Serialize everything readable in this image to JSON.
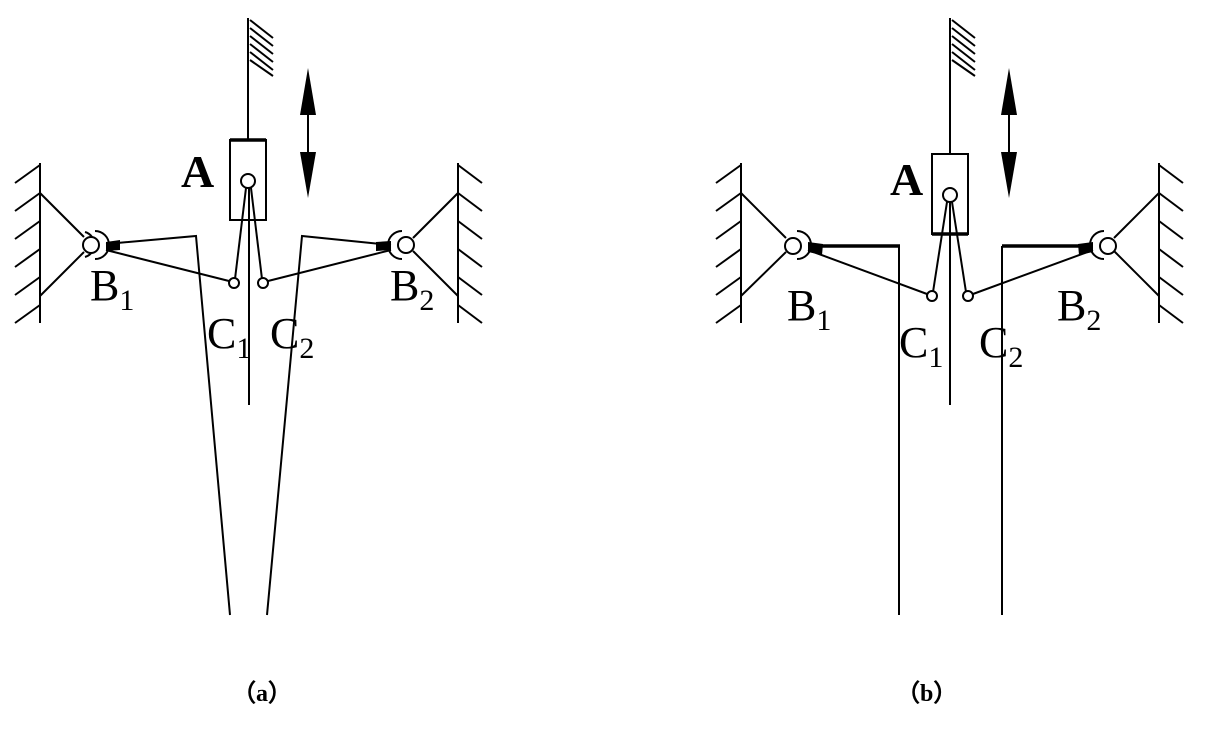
{
  "figure": {
    "panels": [
      {
        "id": "a",
        "caption": "（a）",
        "labels": {
          "slider": "A",
          "pivot_left": "B",
          "pivot_left_sub": "1",
          "pivot_right": "B",
          "pivot_right_sub": "2",
          "joint_left": "C",
          "joint_left_sub": "1",
          "joint_right": "C",
          "joint_right_sub": "2"
        },
        "jaw_state": "tapered (closing)"
      },
      {
        "id": "b",
        "caption": "（b）",
        "labels": {
          "slider": "A",
          "pivot_left": "B",
          "pivot_left_sub": "1",
          "pivot_right": "B",
          "pivot_right_sub": "2",
          "joint_left": "C",
          "joint_left_sub": "1",
          "joint_right": "C",
          "joint_right_sub": "2"
        },
        "jaw_state": "parallel (open)"
      }
    ],
    "motion_indicator": "vertical double-headed arrow"
  }
}
